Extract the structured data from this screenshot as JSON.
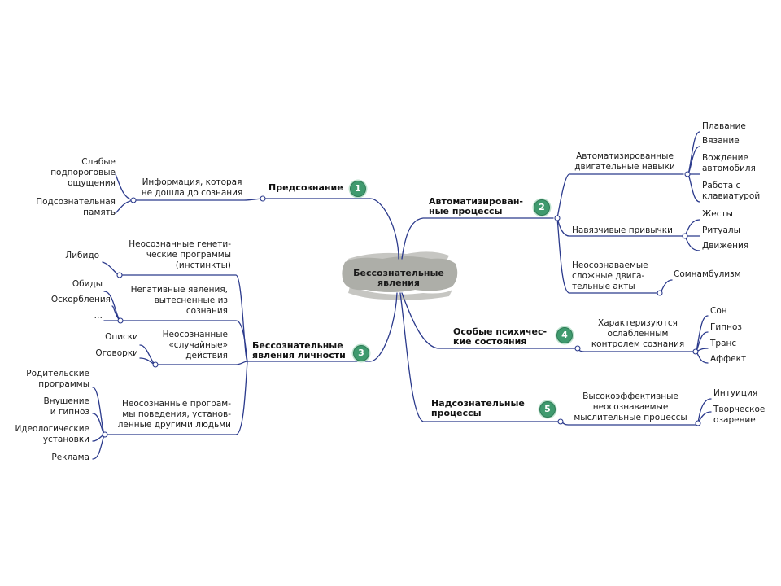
{
  "colors": {
    "line": "#2b3a8c",
    "badge": "#3f9a6e",
    "center_blob": "#a9aaa4"
  },
  "center": {
    "lines": [
      "Бессознательные",
      "явления"
    ]
  },
  "branches": [
    {
      "id": "1",
      "lines": [
        "Предсознание"
      ],
      "mid": [
        {
          "lines": [
            "Информация, которая",
            "не дошла до сознания"
          ],
          "leaves": [
            {
              "lines": [
                "Слабые",
                "подпороговые",
                "ощущения"
              ]
            },
            {
              "lines": [
                "Подсознательная",
                "память"
              ]
            }
          ]
        }
      ]
    },
    {
      "id": "2",
      "lines": [
        "Автоматизирован-",
        "ные процессы"
      ],
      "mid": [
        {
          "lines": [
            "Автоматизированные",
            "двигательные навыки"
          ],
          "leaves": [
            {
              "lines": [
                "Плавание"
              ]
            },
            {
              "lines": [
                "Вязание"
              ]
            },
            {
              "lines": [
                "Вождение",
                "автомобиля"
              ]
            },
            {
              "lines": [
                "Работа с",
                "клавиатурой"
              ]
            }
          ]
        },
        {
          "lines": [
            "Навязчивые привычки"
          ],
          "leaves": [
            {
              "lines": [
                "Жесты"
              ]
            },
            {
              "lines": [
                "Ритуалы"
              ]
            },
            {
              "lines": [
                "Движения"
              ]
            }
          ]
        },
        {
          "lines": [
            "Неосознаваемые",
            "сложные двига-",
            "тельные акты"
          ],
          "leaves": [
            {
              "lines": [
                "Сомнамбулизм"
              ]
            }
          ]
        }
      ]
    },
    {
      "id": "3",
      "lines": [
        "Бессознательные",
        "явления личности"
      ],
      "mid": [
        {
          "lines": [
            "Неосознанные генети-",
            "ческие программы",
            "(инстинкты)"
          ],
          "leaves": [
            {
              "lines": [
                "Либидо"
              ]
            }
          ]
        },
        {
          "lines": [
            "Негативные явления,",
            "вытесненные из",
            "сознания"
          ],
          "leaves": [
            {
              "lines": [
                "Обиды"
              ]
            },
            {
              "lines": [
                "Оскорбления"
              ]
            },
            {
              "lines": [
                "…"
              ]
            }
          ]
        },
        {
          "lines": [
            "Неосознанные",
            "«случайные»",
            "действия"
          ],
          "leaves": [
            {
              "lines": [
                "Описки"
              ]
            },
            {
              "lines": [
                "Оговорки"
              ]
            }
          ]
        },
        {
          "lines": [
            "Неосознанные програм-",
            "мы поведения, установ-",
            "ленные другими людьми"
          ],
          "leaves": [
            {
              "lines": [
                "Родительские",
                "программы"
              ]
            },
            {
              "lines": [
                "Внушение",
                "и гипноз"
              ]
            },
            {
              "lines": [
                "Идеологические",
                "установки"
              ]
            },
            {
              "lines": [
                "Реклама"
              ]
            }
          ]
        }
      ]
    },
    {
      "id": "4",
      "lines": [
        "Особые психичес-",
        "кие состояния"
      ],
      "mid": [
        {
          "lines": [
            "Характеризуются",
            "ослабленным",
            "контролем сознания"
          ],
          "leaves": [
            {
              "lines": [
                "Сон"
              ]
            },
            {
              "lines": [
                "Гипноз"
              ]
            },
            {
              "lines": [
                "Транс"
              ]
            },
            {
              "lines": [
                "Аффект"
              ]
            }
          ]
        }
      ]
    },
    {
      "id": "5",
      "lines": [
        "Надсознательные",
        "процессы"
      ],
      "mid": [
        {
          "lines": [
            "Высокоэффективные",
            "неосознаваемые",
            "мыслительные процессы"
          ],
          "leaves": [
            {
              "lines": [
                "Интуиция"
              ]
            },
            {
              "lines": [
                "Творческое",
                "озарение"
              ]
            }
          ]
        }
      ]
    }
  ]
}
